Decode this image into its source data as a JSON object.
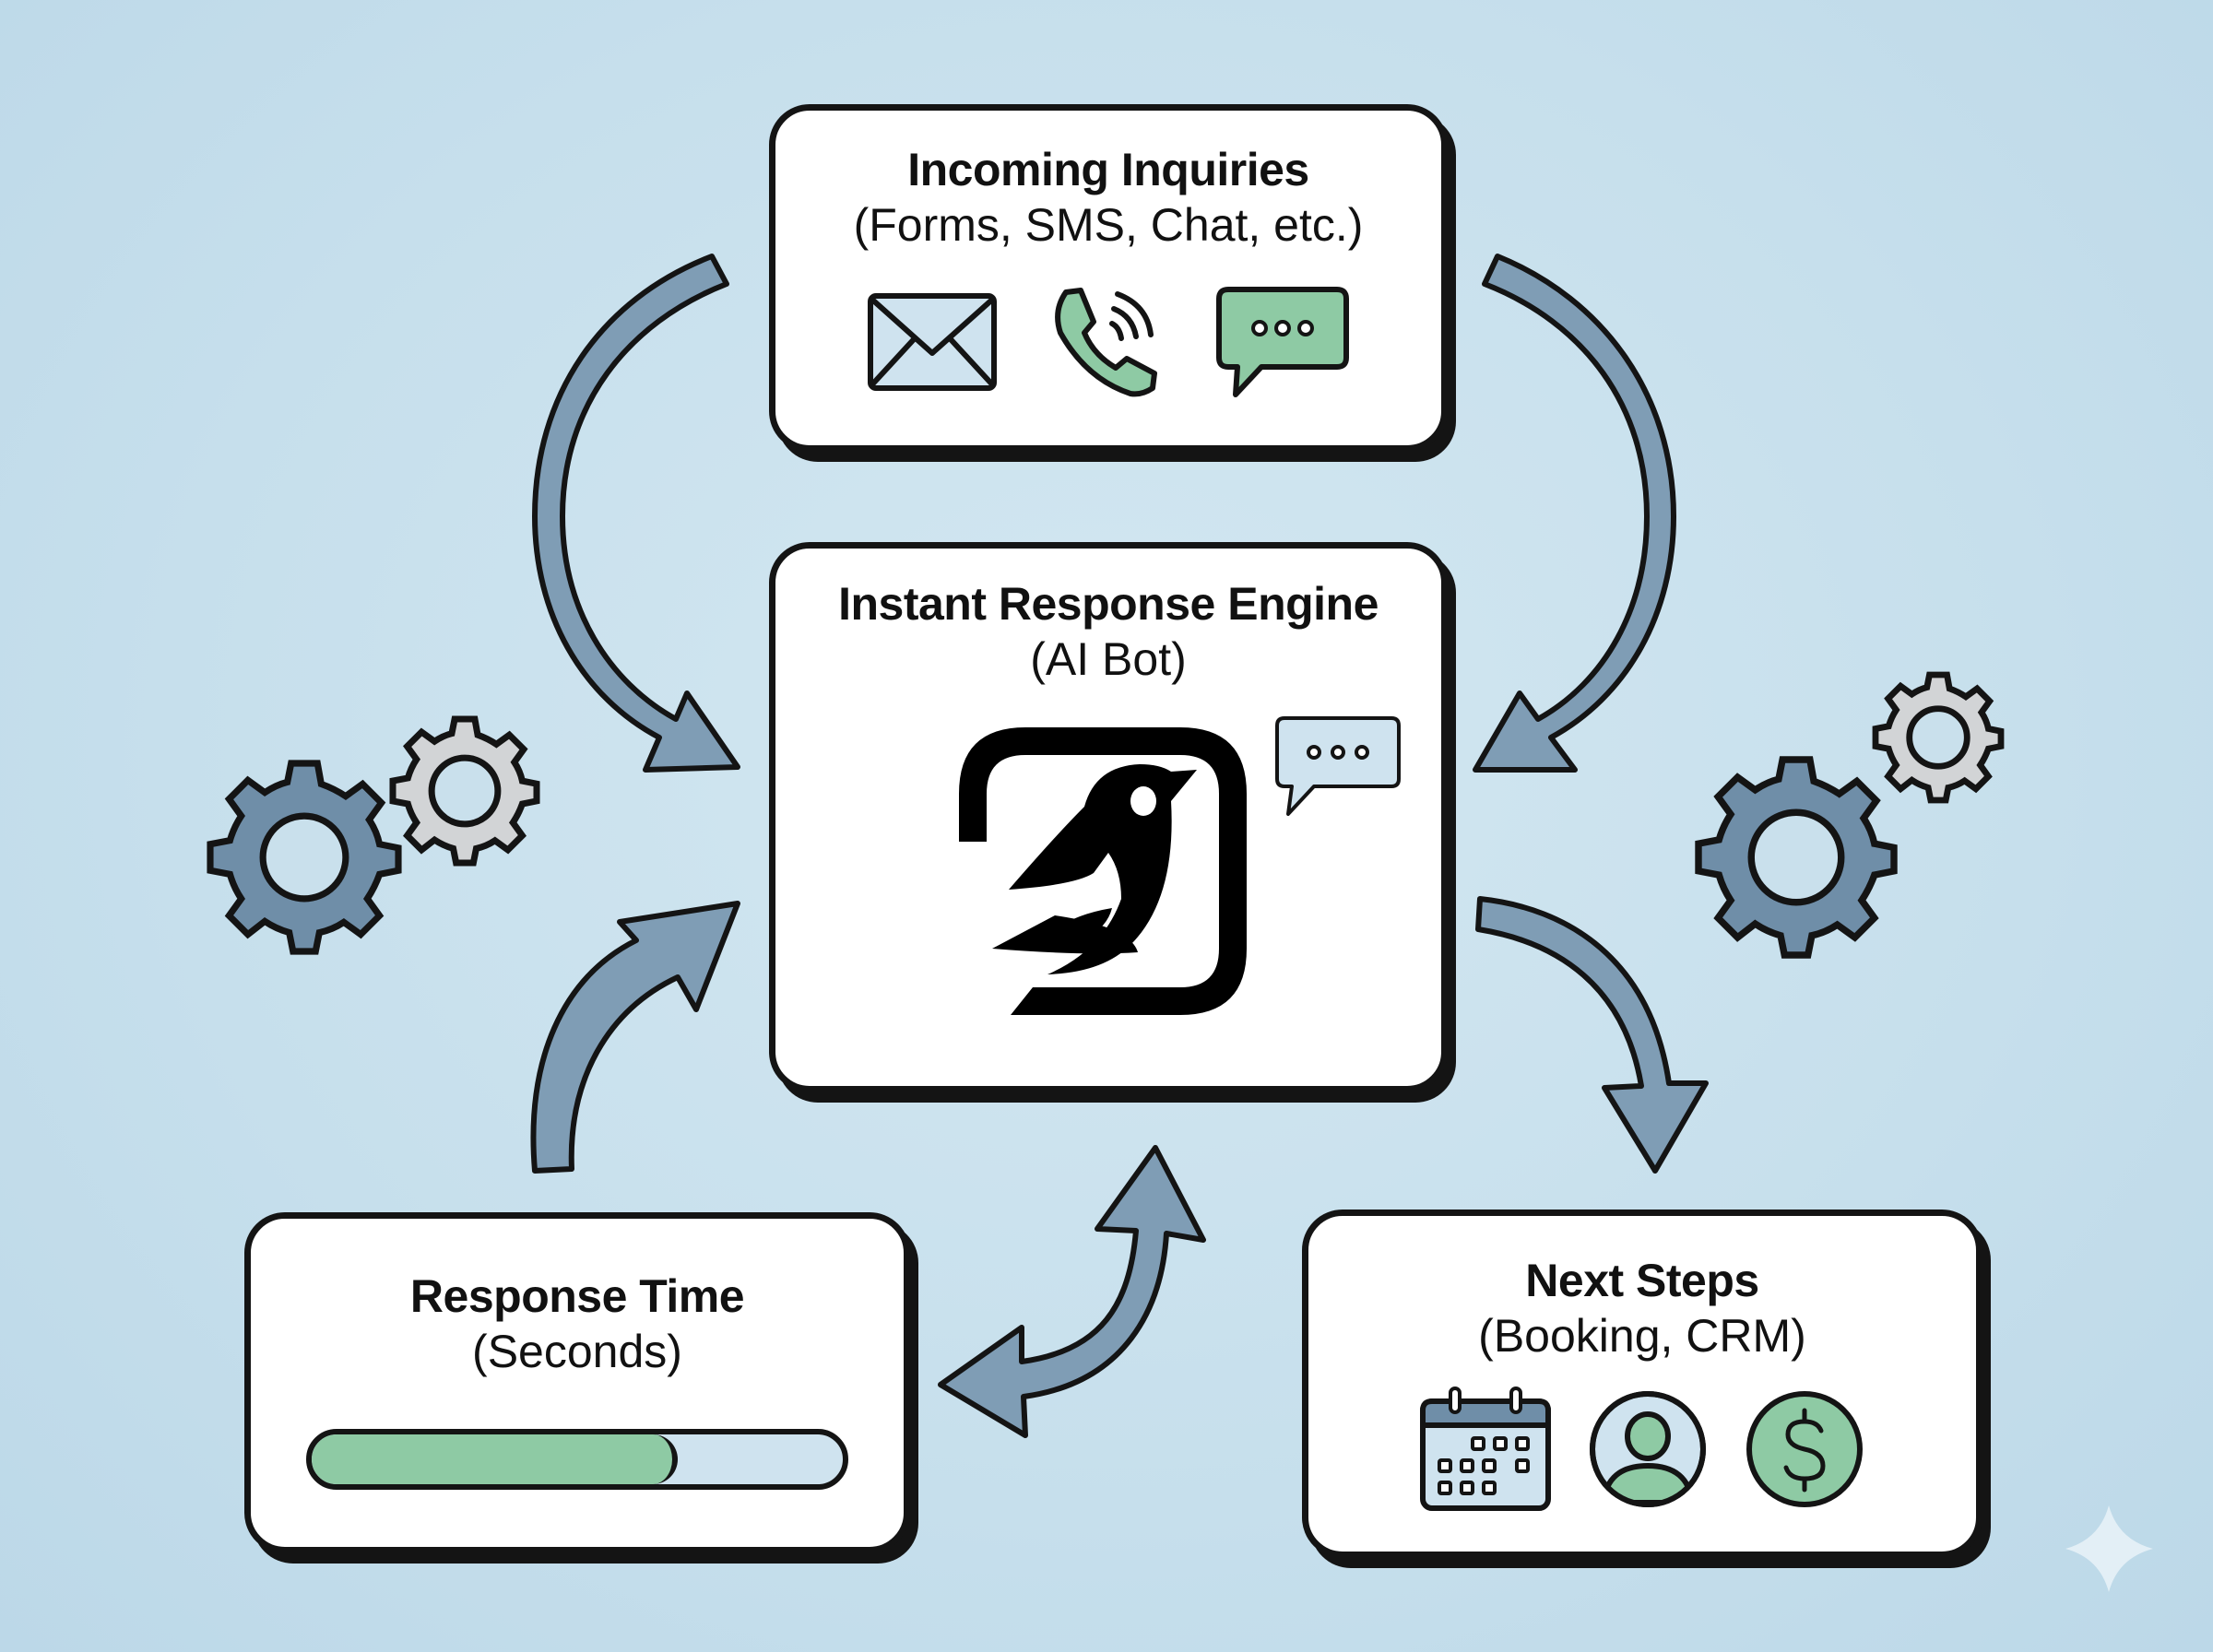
{
  "diagram": {
    "nodes": {
      "incoming_inquiries": {
        "title": "Incoming Inquiries",
        "subtitle": "(Forms, SMS, Chat, etc.)",
        "icons": [
          "envelope-icon",
          "phone-icon",
          "chat-bubble-icon"
        ]
      },
      "response_engine": {
        "title": "Instant Response Engine",
        "subtitle": "(AI Bot)",
        "icons": [
          "bird-logo-icon",
          "chat-bubble-icon"
        ]
      },
      "response_time": {
        "title": "Response Time",
        "subtitle": "(Seconds)",
        "progress_percent": 69
      },
      "next_steps": {
        "title": "Next Steps",
        "subtitle": "(Booking, CRM)",
        "icons": [
          "calendar-icon",
          "user-profile-icon",
          "dollar-icon"
        ]
      }
    },
    "edges": [
      {
        "from": "incoming_inquiries",
        "to": "response_engine",
        "side": "left",
        "direction": "one-way"
      },
      {
        "from": "incoming_inquiries",
        "to": "response_engine",
        "side": "right",
        "direction": "one-way"
      },
      {
        "from": "response_engine",
        "to": "next_steps",
        "direction": "one-way"
      },
      {
        "from": "response_time",
        "to": "response_engine",
        "side": "left",
        "direction": "one-way"
      },
      {
        "from": "response_time",
        "to": "response_engine",
        "side": "center",
        "direction": "two-way"
      }
    ],
    "decorations": [
      "gears-left",
      "gears-right",
      "sparkle"
    ]
  },
  "colors": {
    "background": "#c6dfec",
    "arrow_fill": "#7f9db5",
    "outline": "#141414",
    "green_accent": "#8ecaa4",
    "light_blue": "#cfe3ef",
    "gear_blue": "#6f8ea8",
    "gear_gray": "#d2d4d6"
  }
}
